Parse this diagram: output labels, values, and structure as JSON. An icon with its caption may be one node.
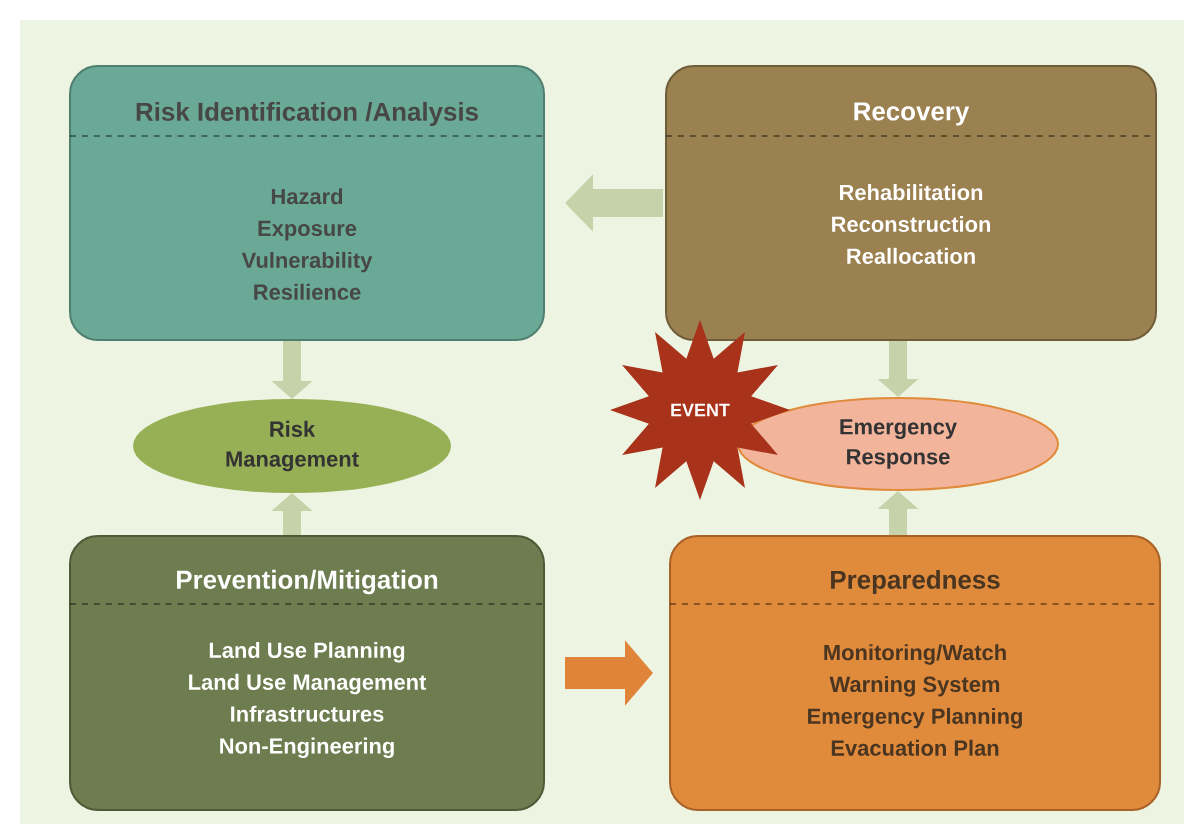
{
  "diagram": {
    "nodes": [
      {
        "text": [
          "Risk Identification /Analysis",
          "Hazard",
          "Exposure",
          "Vulnerability",
          "Resilience"
        ]
      },
      {
        "text": [
          "Recovery",
          "Rehabilitation",
          "Reconstruction",
          "Reallocation"
        ]
      },
      {
        "text": [
          "Risk Management"
        ]
      },
      {
        "text": [
          "EVENT"
        ]
      },
      {
        "text": [
          "Emergency Response"
        ]
      },
      {
        "text": [
          "Prevention/Mitigation",
          "Land Use Planning",
          "Land Use Management",
          "Infrastructures",
          "Non-Engineering"
        ]
      },
      {
        "text": [
          "Preparedness",
          "Monitoring/Watch",
          "Warning System",
          "Emergency Planning",
          "Evacuation Plan"
        ]
      }
    ],
    "edges": [
      {
        "from": 1,
        "to": 0,
        "arrow": "to"
      },
      {
        "from": 0,
        "to": 2,
        "arrow": "to"
      },
      {
        "from": 5,
        "to": 2,
        "arrow": "to"
      },
      {
        "from": 1,
        "to": 4,
        "arrow": "to"
      },
      {
        "from": 6,
        "to": 4,
        "arrow": "to"
      },
      {
        "from": 5,
        "to": 6,
        "arrow": "to",
        "color": "#e0843a"
      }
    ]
  }
}
